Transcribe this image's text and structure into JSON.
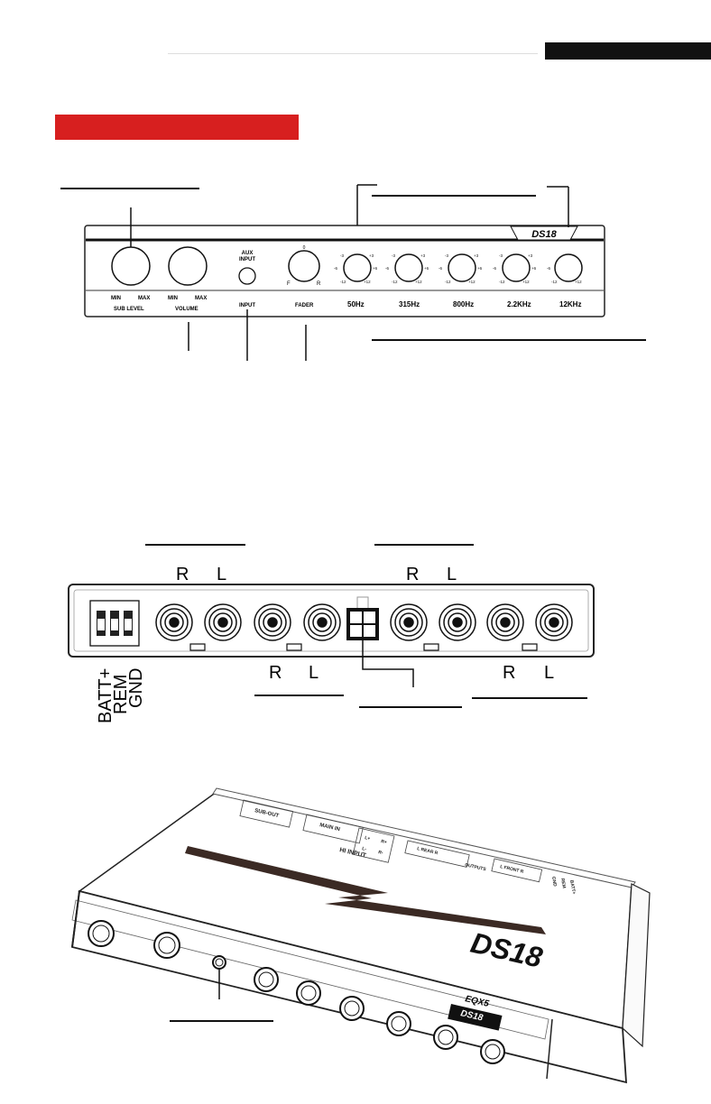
{
  "front_panel": {
    "brand": "DS18",
    "aux_input_label": "AUX\nINPUT",
    "knob_labels": {
      "min": "MIN",
      "max": "MAX",
      "sub_level": "SUB LEVEL",
      "volume": "VOLUME",
      "input": "INPUT",
      "fader": "FADER",
      "fader_f": "F",
      "fader_r": "R",
      "center_zero": "0"
    },
    "eq_bands": [
      "50Hz",
      "315Hz",
      "800Hz",
      "2.2KHz",
      "12KHz"
    ],
    "eq_scale": {
      "minus3": "-3",
      "plus3": "+3",
      "minus6": "-6",
      "plus6": "+6",
      "minus12": "-12",
      "plus12": "+12"
    }
  },
  "rear_panel": {
    "channel_r": "R",
    "channel_l": "L",
    "power_terminals": [
      "BATT+",
      "REM",
      "GND"
    ]
  },
  "product_view": {
    "model": "EQX5",
    "brand": "DS18",
    "sub_out": "SUB-OUT",
    "main_in": "MAIN IN",
    "hi_input": "HI INPUT",
    "outputs": "OUTPUTS",
    "rear": "L REAR R",
    "front": "L FRONT R",
    "hi_pins": [
      "L+",
      "R+",
      "L-",
      "R-"
    ],
    "power_side": [
      "GND",
      "REM",
      "BATT+"
    ]
  }
}
